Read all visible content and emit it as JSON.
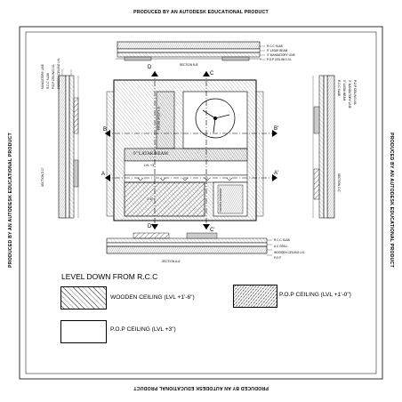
{
  "watermark": "PRODUCED BY AN AUTODESK EDUCATIONAL PRODUCT",
  "plan": {
    "beam_label_top": "9\" LATAK BEAM",
    "beam_label_horizontal": "9\" LATAK BEAM",
    "level_text": "LVL  +3\"",
    "wooden_panel_text": "WOODEN CEILING",
    "dim_text": "1'-6\"",
    "section_markers": {
      "a": "A",
      "a_prime": "A'",
      "b": "B",
      "b_prime": "B'",
      "c": "C",
      "c_prime": "C'",
      "d": "D",
      "d_prime": "D'"
    }
  },
  "section_top": {
    "title": "SECTION B-B'",
    "labels": [
      "R.C.C SLAB",
      "9\" LATAK BEAM",
      "3\" MANDATORY LINE",
      "P.O.P CEILING LVL"
    ]
  },
  "section_bottom": {
    "title": "SECTION A-A'",
    "labels": [
      "R.C.C SLAB",
      "A.C GRILL",
      "WOODEN CEILING LVL",
      "P.O.P"
    ]
  },
  "section_left": {
    "title": "SECTION D-D'",
    "labels": [
      "MANDATORY LINE",
      "R.C.C SLAB",
      "P.O.P CEILING LVL",
      "WOODEN CEILING LVL"
    ]
  },
  "section_right": {
    "title": "SECTION C-C'",
    "labels": [
      "R.C.C SLAB",
      "9\" LATAK BEAM",
      "3\" MANDATORY LINE",
      "P.O.P CEILING LVL"
    ]
  },
  "legend": {
    "title": "LEVEL DOWN FROM R.C.C",
    "items": [
      {
        "label": "WOODEN CEILING (LVL +1'-6\")",
        "pattern": "wood"
      },
      {
        "label": "P.O.P  CEILING (LVL +1'-0\")",
        "pattern": "pop"
      },
      {
        "label": "P.O.P  CEILING (LVL +3\")",
        "pattern": "plain"
      }
    ]
  }
}
